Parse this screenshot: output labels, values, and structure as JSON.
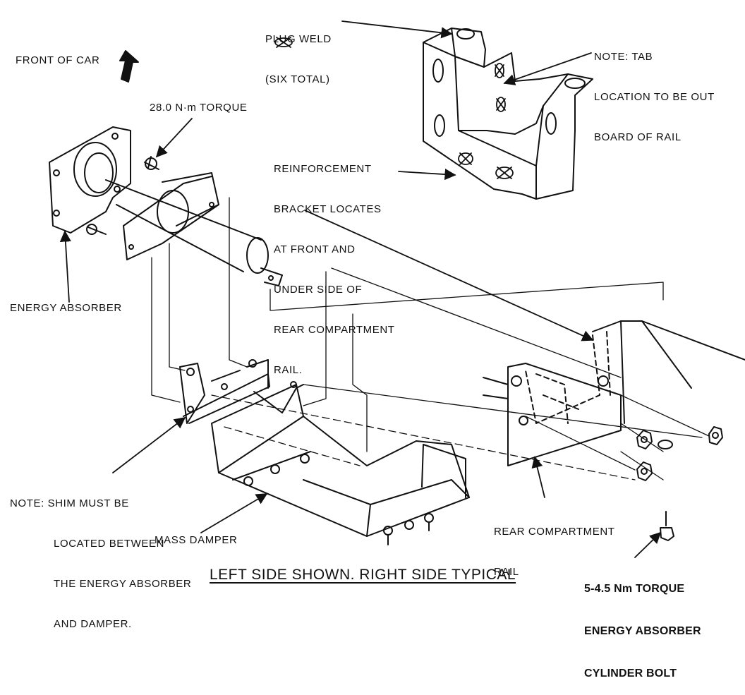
{
  "labels": {
    "plug_weld": [
      "PLUG WELD",
      "(SIX TOTAL)"
    ],
    "note_tab": [
      "NOTE: TAB",
      "LOCATION TO BE OUT",
      "BOARD OF RAIL"
    ],
    "front_of_car": "FRONT OF CAR",
    "torque_28": "28.0 N·m TORQUE",
    "reinforcement": [
      "REINFORCEMENT",
      "BRACKET LOCATES",
      "AT FRONT AND",
      "UNDER SIDE OF",
      "REAR COMPARTMENT",
      "RAIL."
    ],
    "energy_absorber": "ENERGY ABSORBER",
    "note_shim": [
      "NOTE: SHIM MUST BE",
      "LOCATED BETWEEN",
      "THE ENERGY ABSORBER",
      "AND DAMPER."
    ],
    "mass_damper": "MASS DAMPER",
    "rear_rail": [
      "REAR COMPARTMENT",
      "RAIL"
    ],
    "torque_bolt": [
      "5-4.5 Nm TORQUE",
      "ENERGY ABSORBER",
      "CYLINDER BOLT"
    ],
    "caption": "LEFT SIDE SHOWN. RIGHT SIDE TYPICAL"
  }
}
